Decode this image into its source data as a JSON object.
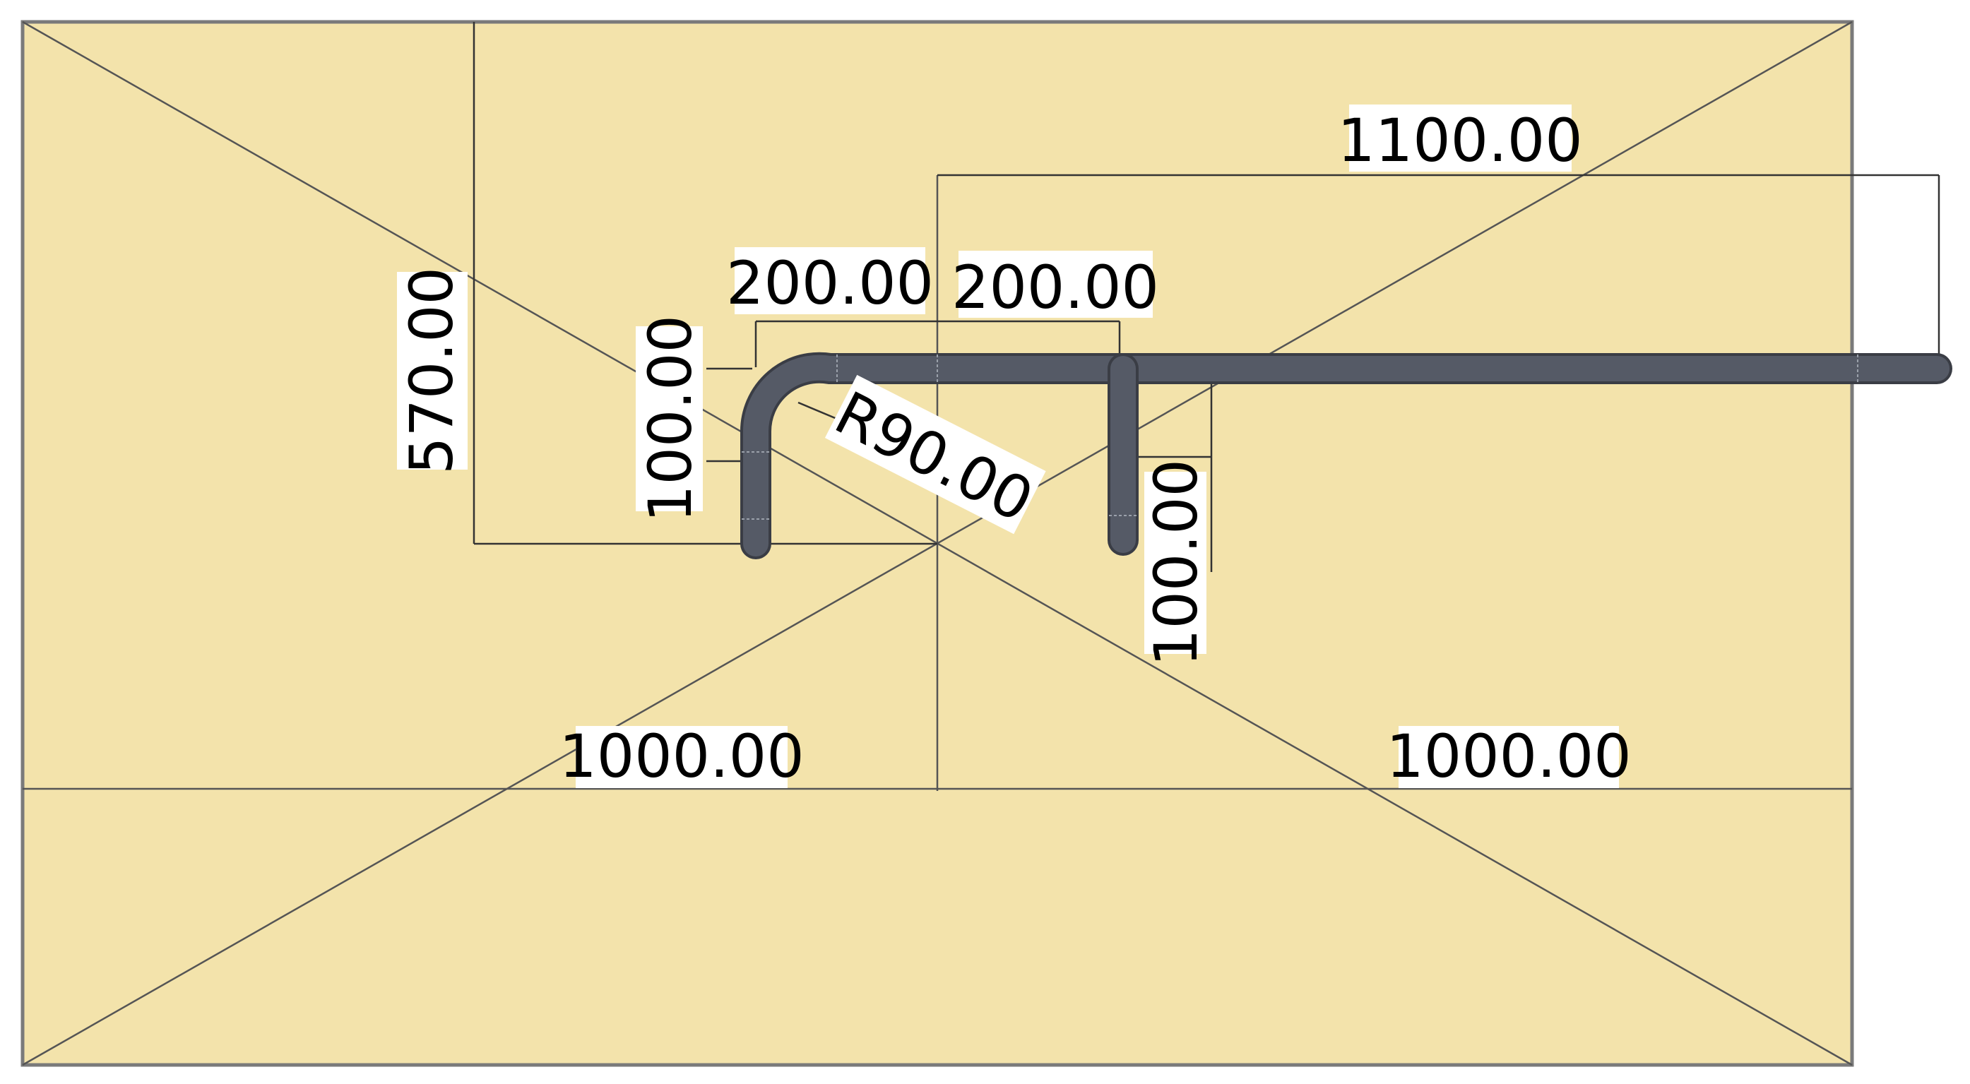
{
  "colors": {
    "plate": "#f3e3ab",
    "plate_border": "#7a7a7a",
    "pipe": "#555a66",
    "pipe_edge": "#3a3d45",
    "line": "#555555",
    "label_bg": "#ffffff",
    "text": "#000000"
  },
  "dimensions": {
    "d_1100": "1100.00",
    "d_200_a": "200.00",
    "d_200_b": "200.00",
    "d_570": "570.00",
    "d_100_left": "100.00",
    "d_r90": "R90.00",
    "d_100_right": "100.00",
    "d_1000_left": "1000.00",
    "d_1000_right": "1000.00"
  }
}
